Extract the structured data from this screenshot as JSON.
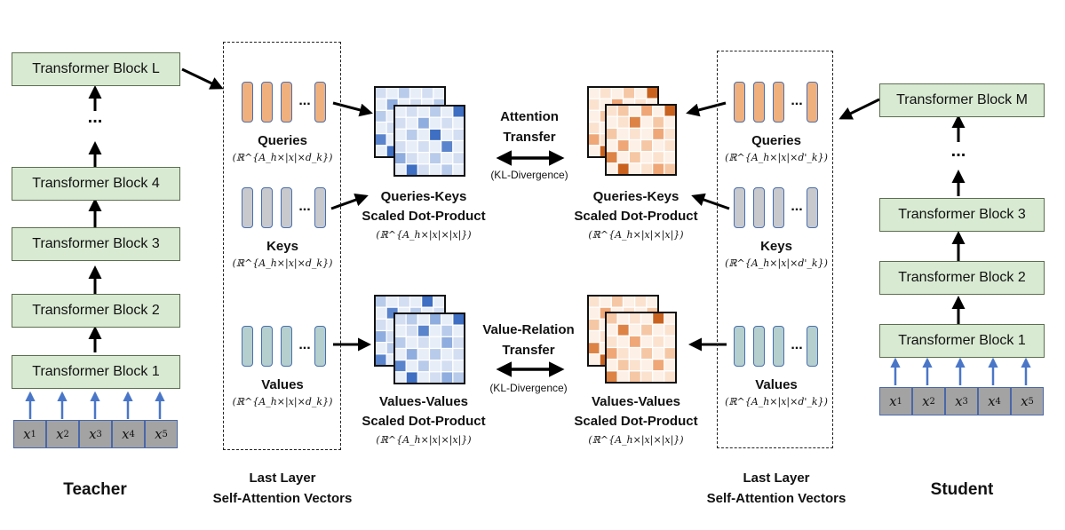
{
  "teacher": {
    "label": "Teacher",
    "blocks": [
      "Transformer Block 1",
      "Transformer Block 2",
      "Transformer Block 3",
      "Transformer Block 4",
      "Transformer Block L"
    ],
    "ellipsis": "..."
  },
  "student": {
    "label": "Student",
    "blocks": [
      "Transformer Block 1",
      "Transformer Block 2",
      "Transformer Block 3",
      "Transformer Block M"
    ],
    "ellipsis": "..."
  },
  "tokens": [
    "x1",
    "x2",
    "x3",
    "x4",
    "x5"
  ],
  "token_labels": [
    {
      "v": "x",
      "s": "1"
    },
    {
      "v": "x",
      "s": "2"
    },
    {
      "v": "x",
      "s": "3"
    },
    {
      "v": "x",
      "s": "4"
    },
    {
      "v": "x",
      "s": "5"
    }
  ],
  "vectors_box": {
    "line1": "Last Layer",
    "line2": "Self-Attention Vectors"
  },
  "teacher_vectors": {
    "queries": "Queries",
    "queries_dim": "(ℝ^{A_h×|x|×d_k})",
    "keys": "Keys",
    "keys_dim": "(ℝ^{A_h×|x|×d_k})",
    "values": "Values",
    "values_dim": "(ℝ^{A_h×|x|×d_k})",
    "ellipsis": "..."
  },
  "student_vectors": {
    "queries": "Queries",
    "queries_dim": "(ℝ^{A_h×|x|×d'_k})",
    "keys": "Keys",
    "keys_dim": "(ℝ^{A_h×|x|×d'_k})",
    "values": "Values",
    "values_dim": "(ℝ^{A_h×|x|×d'_k})",
    "ellipsis": "..."
  },
  "products": {
    "qk_line1": "Queries-Keys",
    "qk_line2": "Scaled Dot-Product",
    "qk_dim": "(ℝ^{A_h×|x|×|x|})",
    "vv_line1": "Values-Values",
    "vv_line2": "Scaled Dot-Product",
    "vv_dim": "(ℝ^{A_h×|x|×|x|})"
  },
  "transfers": {
    "attention_line1": "Attention",
    "attention_line2": "Transfer",
    "attention_note": "(KL-Divergence)",
    "value_line1": "Value-Relation",
    "value_line2": "Transfer",
    "value_note": "(KL-Divergence)"
  },
  "colors": {
    "block_fill": "#d9ead3",
    "token_fill": "#a3a3a3",
    "arrow_blue": "#4a76c8",
    "query_fill": "#f0b07e",
    "key_fill": "#c7c9cc",
    "value_fill": "#b4cfcd",
    "blue_dark": "#3e6fc2",
    "orange_dark": "#c9621f"
  }
}
